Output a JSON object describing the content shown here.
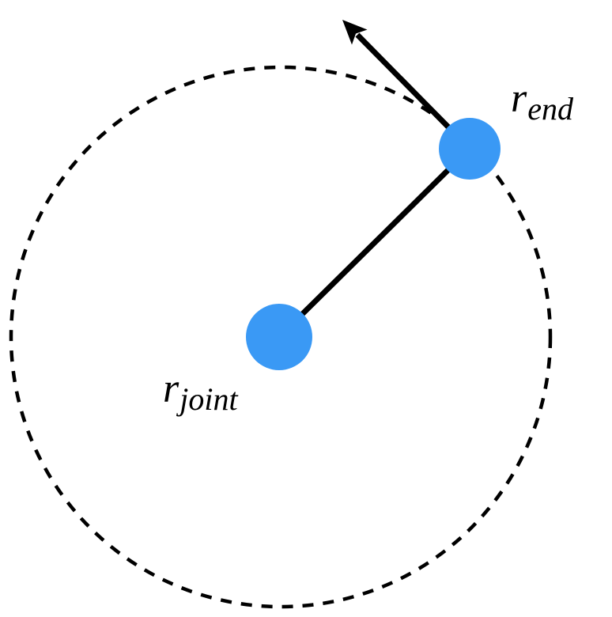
{
  "figure": {
    "background_color": "#ffffff",
    "line_color": "#000000",
    "dot_color": "#3A99F5",
    "labels": {
      "end": {
        "main": "r",
        "sub": "end"
      },
      "joint": {
        "main": "r",
        "sub": "joint"
      }
    },
    "diagram": {
      "type": "schematic",
      "elements": [
        {
          "name": "dashed-path-circle",
          "shape": "dashed circle"
        },
        {
          "name": "joint-dot",
          "shape": "filled circle",
          "label": "r_joint"
        },
        {
          "name": "end-dot",
          "shape": "filled circle",
          "label": "r_end"
        },
        {
          "name": "link-line",
          "shape": "solid line from joint to end"
        },
        {
          "name": "velocity-arrow",
          "shape": "arrow tangent to circle at end point"
        }
      ]
    }
  }
}
